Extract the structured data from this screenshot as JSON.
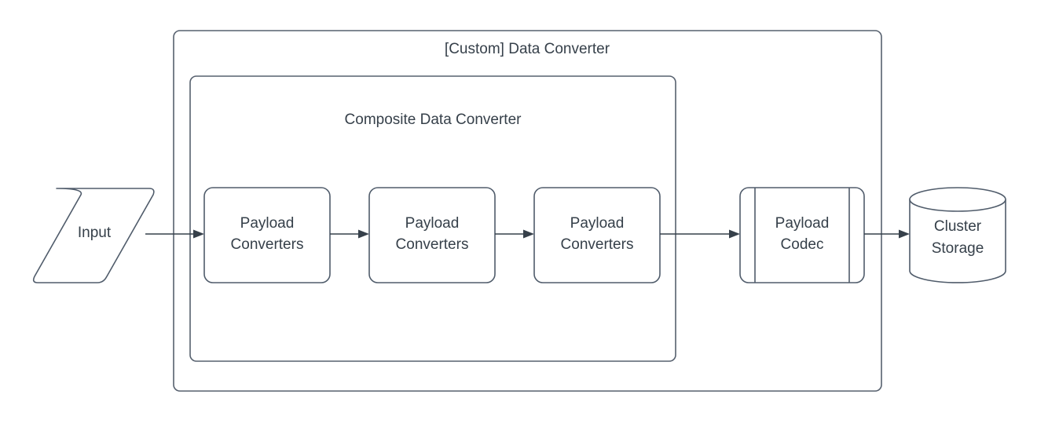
{
  "diagram": {
    "title": "[Custom] Data Converter",
    "outer_group": {
      "label": "[Custom] Data Converter"
    },
    "inner_group": {
      "label": "Composite Data Converter"
    },
    "nodes": [
      {
        "id": "input",
        "label": "Input",
        "shape": "parallelogram"
      },
      {
        "id": "payload-converters-1",
        "label_line1": "Payload",
        "label_line2": "Converters",
        "shape": "rounded-rect"
      },
      {
        "id": "payload-converters-2",
        "label_line1": "Payload",
        "label_line2": "Converters",
        "shape": "rounded-rect"
      },
      {
        "id": "payload-converters-3",
        "label_line1": "Payload",
        "label_line2": "Converters",
        "shape": "rounded-rect"
      },
      {
        "id": "payload-codec",
        "label_line1": "Payload",
        "label_line2": "Codec",
        "shape": "process"
      },
      {
        "id": "cluster-storage",
        "label_line1": "Cluster",
        "label_line2": "Storage",
        "shape": "cylinder"
      }
    ],
    "edges": [
      {
        "from": "input",
        "to": "payload-converters-1"
      },
      {
        "from": "payload-converters-1",
        "to": "payload-converters-2"
      },
      {
        "from": "payload-converters-2",
        "to": "payload-converters-3"
      },
      {
        "from": "payload-converters-3",
        "to": "payload-codec"
      },
      {
        "from": "payload-codec",
        "to": "cluster-storage"
      }
    ],
    "colors": {
      "background": "#ffffff",
      "shape_fill": "#ffffff",
      "shape_stroke": "#505c6b",
      "container_stroke": "#56606e",
      "edge": "#36404a",
      "text": "#36404a"
    }
  }
}
